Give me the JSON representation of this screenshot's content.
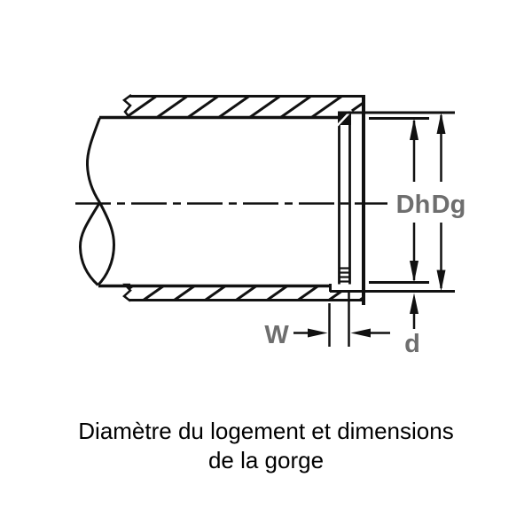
{
  "diagram": {
    "labels": {
      "housing_bore_diameter": "Dh",
      "groove_diameter": "Dg",
      "groove_width": "W",
      "groove_depth": "d"
    },
    "caption_line1": "Diamètre du logement et dimensions",
    "caption_line2": "de la gorge",
    "colors": {
      "line": "#111111",
      "dimension_label": "#6e6e6e",
      "background": "#ffffff"
    }
  }
}
